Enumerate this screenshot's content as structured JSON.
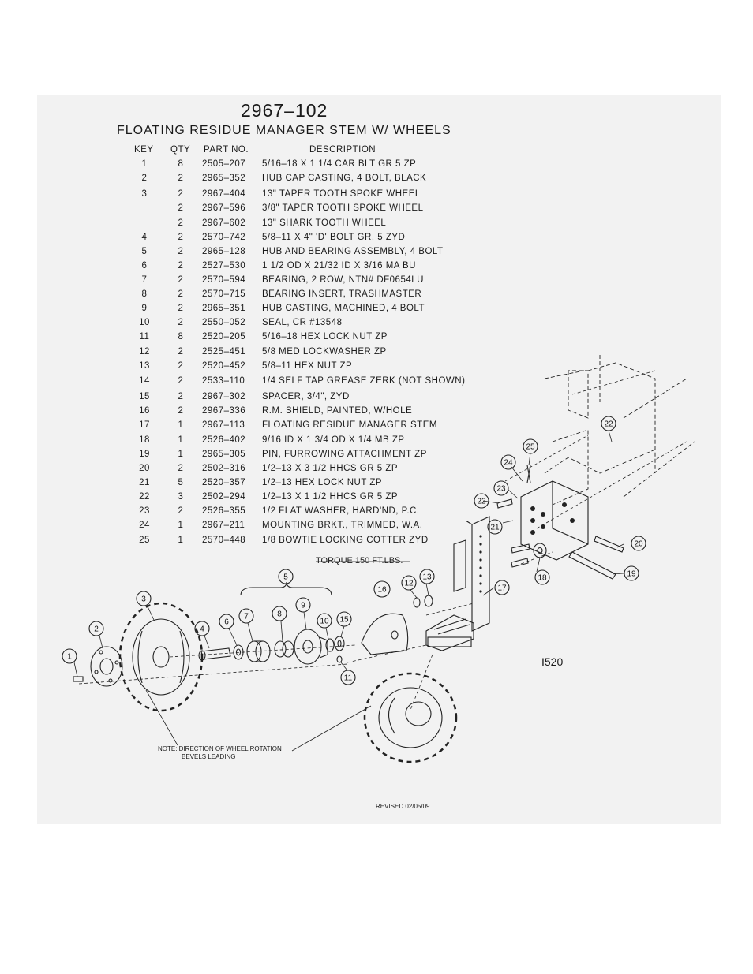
{
  "document": {
    "part_number": "2967–102",
    "title": "FLOATING RESIDUE MANAGER STEM W/ WHEELS",
    "columns": {
      "key": "KEY",
      "qty": "QTY",
      "part_no": "PART NO.",
      "description": "DESCRIPTION"
    },
    "parts": [
      {
        "key": "1",
        "qty": "8",
        "part_no": "2505–207",
        "description": "5/16–18 X 1 1/4 CAR BLT GR 5 ZP"
      },
      {
        "key": "2",
        "qty": "2",
        "part_no": "2965–352",
        "description": "HUB CAP CASTING, 4 BOLT, BLACK"
      },
      {
        "key": "3",
        "qty": "2",
        "part_no": "2967–404",
        "description": "13\" TAPER TOOTH SPOKE WHEEL"
      },
      {
        "key": "",
        "qty": "2",
        "part_no": "2967–596",
        "description": "3/8\" TAPER TOOTH SPOKE WHEEL"
      },
      {
        "key": "",
        "qty": "2",
        "part_no": "2967–602",
        "description": "13\" SHARK TOOTH WHEEL"
      },
      {
        "key": "4",
        "qty": "2",
        "part_no": "2570–742",
        "description": "5/8–11 X 4\" 'D' BOLT GR. 5 ZYD"
      },
      {
        "key": "5",
        "qty": "2",
        "part_no": "2965–128",
        "description": "HUB AND BEARING ASSEMBLY, 4 BOLT"
      },
      {
        "key": "6",
        "qty": "2",
        "part_no": "2527–530",
        "description": "1 1/2 OD X 21/32 ID X 3/16 MA BU"
      },
      {
        "key": "7",
        "qty": "2",
        "part_no": "2570–594",
        "description": "BEARING, 2 ROW, NTN# DF0654LU"
      },
      {
        "key": "8",
        "qty": "2",
        "part_no": "2570–715",
        "description": "BEARING INSERT, TRASHMASTER"
      },
      {
        "key": "9",
        "qty": "2",
        "part_no": "2965–351",
        "description": "HUB CASTING, MACHINED, 4 BOLT"
      },
      {
        "key": "10",
        "qty": "2",
        "part_no": "2550–052",
        "description": "SEAL, CR #13548"
      },
      {
        "key": "11",
        "qty": "8",
        "part_no": "2520–205",
        "description": "5/16–18 HEX LOCK NUT ZP"
      },
      {
        "key": "12",
        "qty": "2",
        "part_no": "2525–451",
        "description": "5/8 MED LOCKWASHER ZP"
      },
      {
        "key": "13",
        "qty": "2",
        "part_no": "2520–452",
        "description": "5/8–11 HEX NUT ZP"
      },
      {
        "key": "14",
        "qty": "2",
        "part_no": "2533–110",
        "description": "1/4 SELF TAP GREASE ZERK (NOT SHOWN)"
      },
      {
        "key": "15",
        "qty": "2",
        "part_no": "2967–302",
        "description": "SPACER, 3/4\", ZYD"
      },
      {
        "key": "16",
        "qty": "2",
        "part_no": "2967–336",
        "description": "R.M. SHIELD, PAINTED, W/HOLE"
      },
      {
        "key": "17",
        "qty": "1",
        "part_no": "2967–113",
        "description": "FLOATING RESIDUE MANAGER STEM"
      },
      {
        "key": "18",
        "qty": "1",
        "part_no": "2526–402",
        "description": "9/16 ID X 1 3/4 OD X 1/4 MB ZP"
      },
      {
        "key": "19",
        "qty": "1",
        "part_no": "2965–305",
        "description": "PIN, FURROWING ATTACHMENT ZP"
      },
      {
        "key": "20",
        "qty": "2",
        "part_no": "2502–316",
        "description": "1/2–13 X 3 1/2 HHCS GR 5 ZP"
      },
      {
        "key": "21",
        "qty": "5",
        "part_no": "2520–357",
        "description": "1/2–13 HEX LOCK NUT ZP"
      },
      {
        "key": "22",
        "qty": "3",
        "part_no": "2502–294",
        "description": "1/2–13 X 1 1/2 HHCS GR 5 ZP"
      },
      {
        "key": "23",
        "qty": "2",
        "part_no": "2526–355",
        "description": "1/2 FLAT WASHER, HARD'ND, P.C."
      },
      {
        "key": "24",
        "qty": "1",
        "part_no": "2967–211",
        "description": "MOUNTING BRKT., TRIMMED, W.A."
      },
      {
        "key": "25",
        "qty": "1",
        "part_no": "2570–448",
        "description": "1/8 BOWTIE LOCKING COTTER ZYD"
      }
    ],
    "torque_note": "TORQUE 150 FT.LBS.",
    "drawing_code": "I520",
    "rotation_note": [
      "NOTE: DIRECTION OF WHEEL ROTATION",
      "BEVELS LEADING"
    ],
    "revised": "REVISED 02/05/09",
    "callouts": [
      "1",
      "2",
      "3",
      "4",
      "5",
      "6",
      "7",
      "8",
      "9",
      "10",
      "11",
      "12",
      "13",
      "15",
      "16",
      "17",
      "18",
      "19",
      "20",
      "21",
      "22",
      "22",
      "23",
      "24",
      "25"
    ]
  }
}
